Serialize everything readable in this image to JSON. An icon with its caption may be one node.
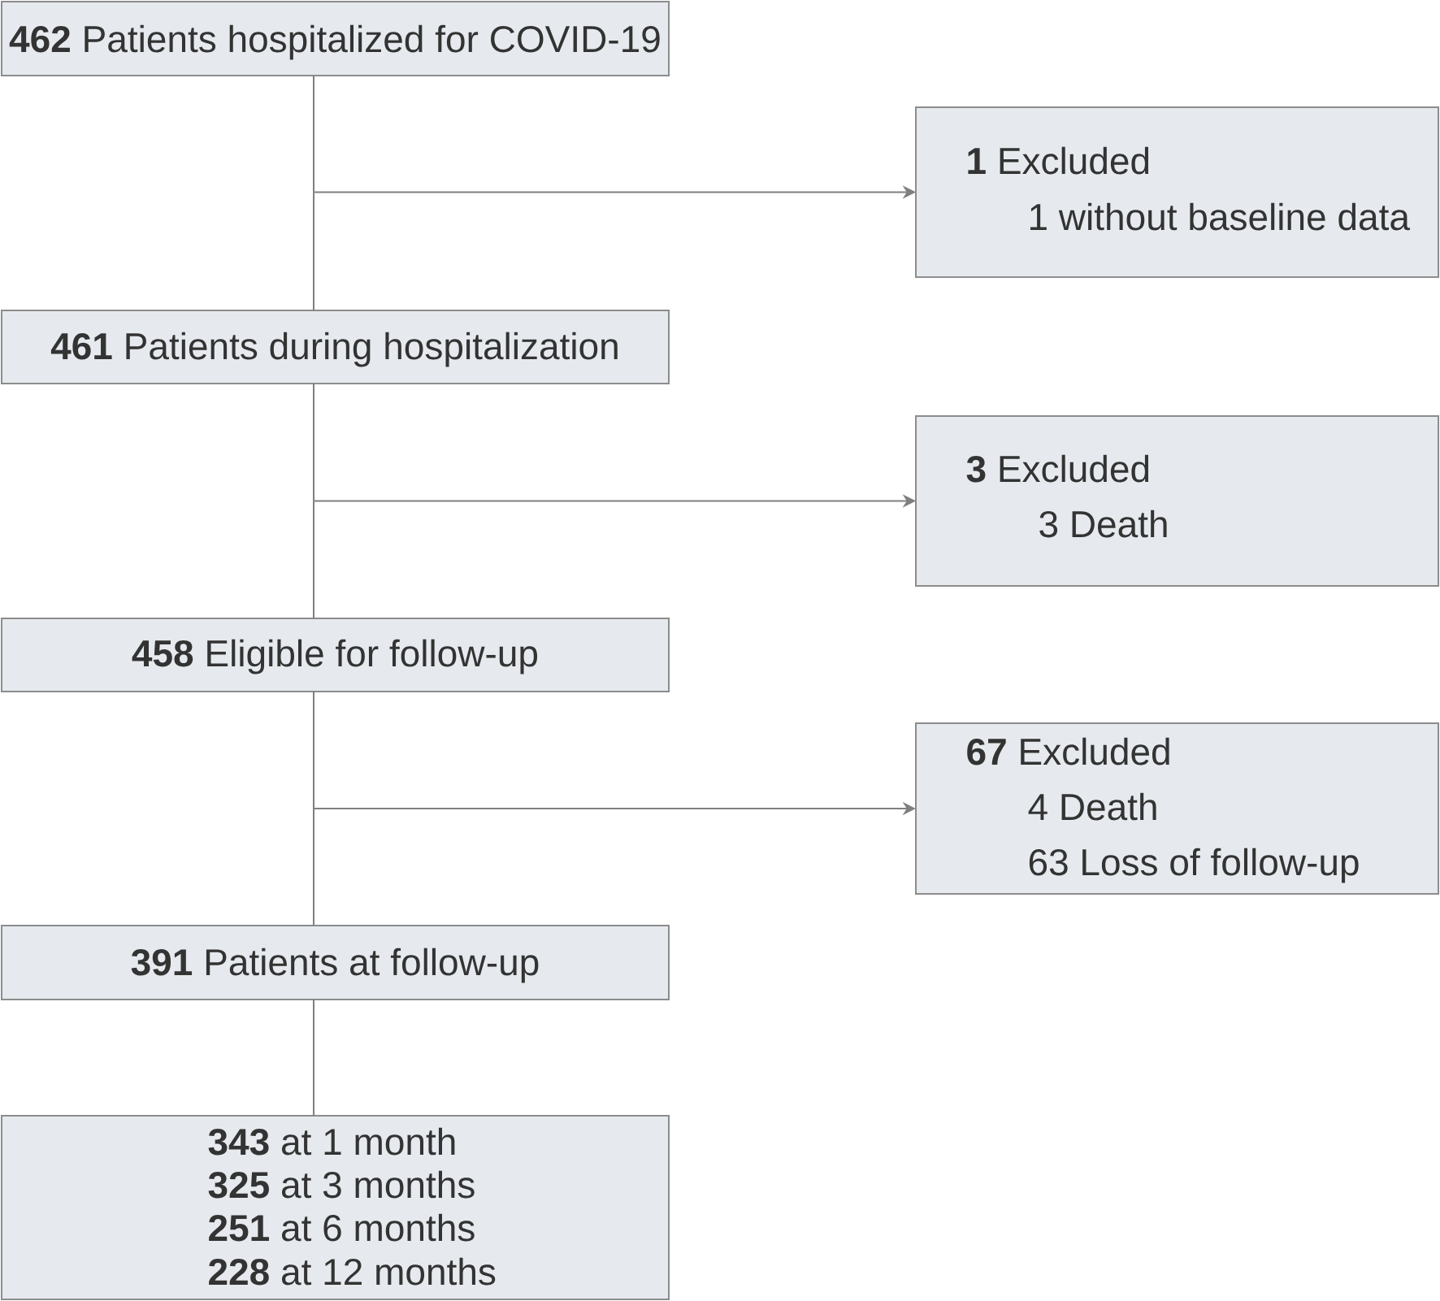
{
  "diagram": {
    "nodes": [
      {
        "text": [
          "**462** Patients hospitalized for COVID-19"
        ]
      },
      {
        "text": [
          "**1** Excluded",
          "1 without baseline data"
        ]
      },
      {
        "text": [
          "**461** Patients during hospitalization"
        ]
      },
      {
        "text": [
          "**3** Excluded",
          "3 Death"
        ]
      },
      {
        "text": [
          "**458** Eligible for follow-up"
        ]
      },
      {
        "text": [
          "**67** Excluded",
          "4 Death",
          "63 Loss of follow-up"
        ]
      },
      {
        "text": [
          "**391** Patients at follow-up"
        ]
      },
      {
        "text": [
          "**343** at 1 month",
          "**325** at 3 months",
          "**251** at 6 months",
          "**228** at 12 months"
        ]
      }
    ],
    "edges": [
      {
        "from": 0,
        "to": 2,
        "arrow": "none"
      },
      {
        "from": 0,
        "to": 1,
        "arrow": "to"
      },
      {
        "from": 2,
        "to": 4,
        "arrow": "none"
      },
      {
        "from": 2,
        "to": 3,
        "arrow": "to"
      },
      {
        "from": 4,
        "to": 6,
        "arrow": "none"
      },
      {
        "from": 4,
        "to": 5,
        "arrow": "to"
      },
      {
        "from": 6,
        "to": 7,
        "arrow": "none"
      }
    ]
  }
}
